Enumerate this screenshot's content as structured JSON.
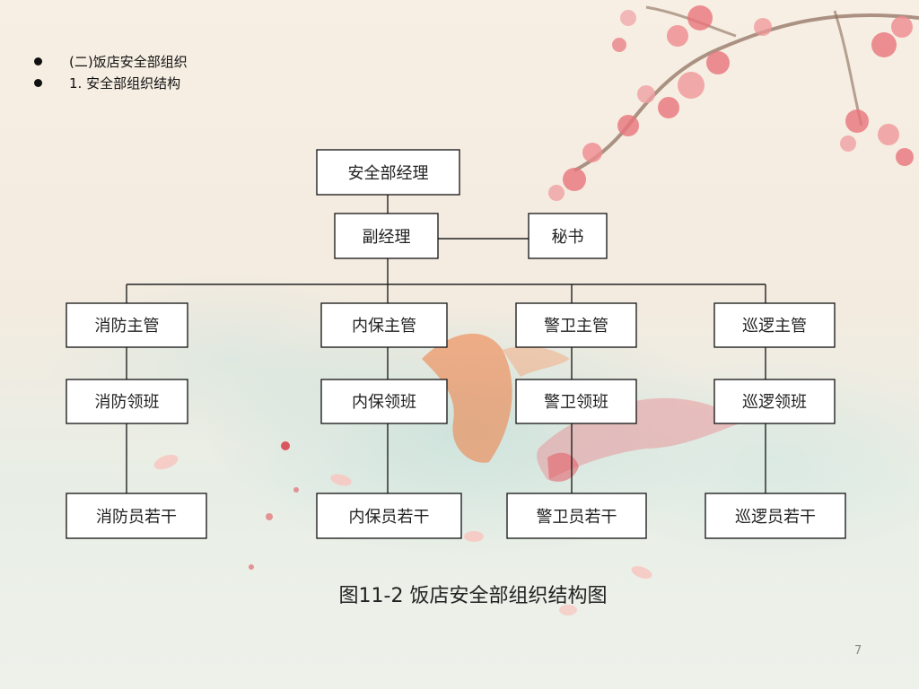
{
  "slide": {
    "bullets": [
      "(二)饭店安全部组织",
      "1. 安全部组织结构"
    ],
    "caption": "图11-2  饭店安全部组织结构图",
    "page_number": "7"
  },
  "org_chart": {
    "manager": "安全部经理",
    "deputy": "副经理",
    "secretary": "秘书",
    "departments": [
      {
        "supervisor": "消防主管",
        "team_leader": "消防领班",
        "staff": "消防员若干"
      },
      {
        "supervisor": "内保主管",
        "team_leader": "内保领班",
        "staff": "内保员若干"
      },
      {
        "supervisor": "警卫主管",
        "team_leader": "警卫领班",
        "staff": "警卫员若干"
      },
      {
        "supervisor": "巡逻主管",
        "team_leader": "巡逻领班",
        "staff": "巡逻员若干"
      }
    ]
  },
  "colors": {
    "blossom": "#e8747c",
    "branch": "#8a6a5a",
    "fish": "#f07a3c"
  },
  "decorations": [
    "plum-blossom-branch-illustration",
    "goldfish-illustration",
    "petal-illustration"
  ]
}
